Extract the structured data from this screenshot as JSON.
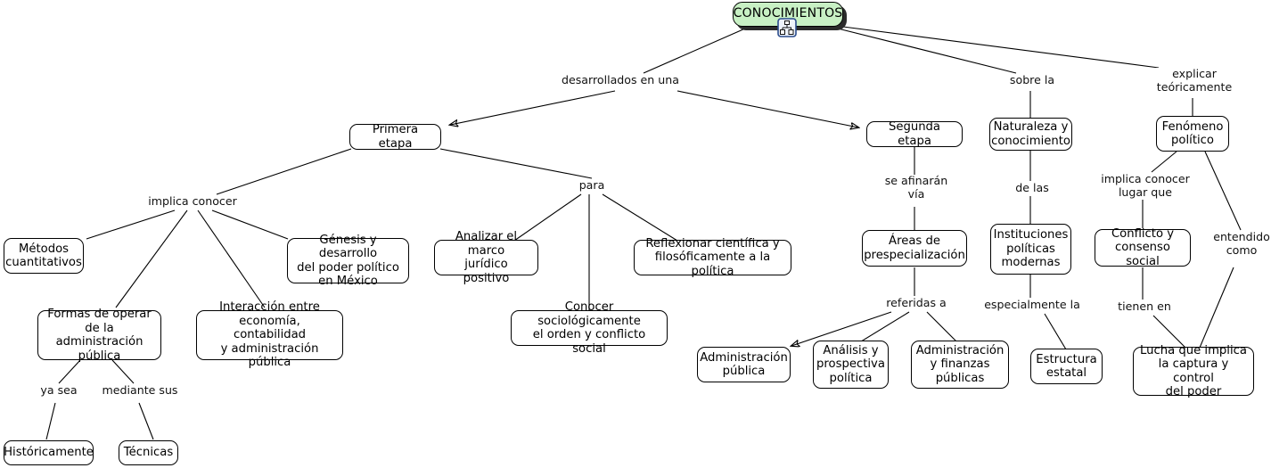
{
  "diagram": {
    "title": "CONOCIMIENTOS",
    "type": "concept-map",
    "language": "es",
    "colors": {
      "root_fill": "#c8f0c4",
      "node_fill": "#ffffff",
      "stroke": "#000000",
      "shadow": "#2b2b2b"
    },
    "root_icon": "hierarchy-tree-icon"
  },
  "nodes": {
    "root": "CONOCIMIENTOS",
    "primera_etapa": "Primera etapa",
    "segunda_etapa": "Segunda etapa",
    "naturaleza": "Naturaleza y\nconocimiento",
    "fenomeno": "Fenómeno\npolítico",
    "metodos": "Métodos\ncuantitativos",
    "genesis": "Génesis y desarrollo\ndel poder político\nen México",
    "formas": "Formas de operar\nde la administración\npública",
    "interaccion": "Interacción entre\neconomía, contabilidad\ny administración pública",
    "historicamente": "Históricamente",
    "tecnicas": "Técnicas",
    "analizar": "Analizar el marco\njurídico positivo",
    "conocer_soc": "Conocer sociológicamente\nel orden y conflicto social",
    "reflexionar": "Reflexionar científica y\nfilosóficamente a la política",
    "areas": "Áreas de\nprespecialización",
    "admin_publica": "Administración\npública",
    "analisis": "Análisis y\nprospectiva\npolítica",
    "admin_finanzas": "Administración\ny finanzas\npúblicas",
    "instituciones": "Instituciones\npolíticas\nmodernas",
    "estructura": "Estructura\nestatal",
    "conflicto": "Conflicto y\nconsenso social",
    "lucha": "Lucha que implica\nla captura y control\ndel poder"
  },
  "link_labels": {
    "desarrollados": "desarrollados en una",
    "sobre_la": "sobre la",
    "explicar": "explicar\nteóricamente",
    "implica_conocer": "implica conocer",
    "para": "para",
    "se_afinaran": "se afinarán\nvía",
    "de_las": "de las",
    "implica_lugar": "implica conocer\nlugar que",
    "entendido": "entendido\ncomo",
    "ya_sea": "ya sea",
    "mediante_sus": "mediante sus",
    "referidas_a": "referidas a",
    "especialmente": "especialmente la",
    "tienen_en": "tienen en"
  }
}
